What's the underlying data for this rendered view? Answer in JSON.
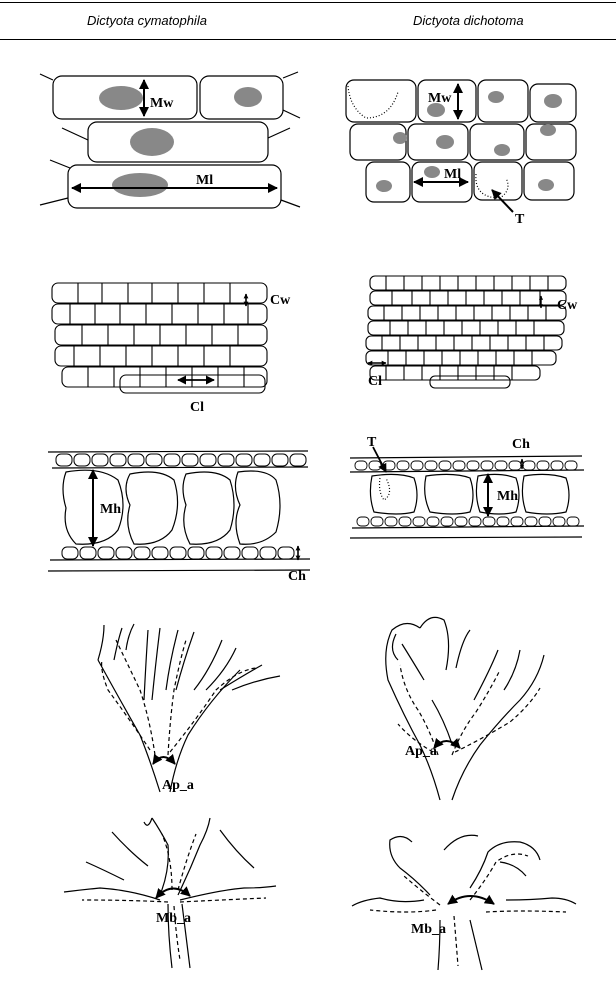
{
  "columns": {
    "left": "Dictyota cymatophila",
    "right": "Dictyota dichotoma"
  },
  "labels": {
    "left": {
      "mw": "Mw",
      "ml": "Ml",
      "cw": "Cw",
      "cl": "Cl",
      "mh": "Mh",
      "ch": "Ch",
      "ap": "Ap_a",
      "mb": "Mb_a"
    },
    "right": {
      "mw": "Mw",
      "ml": "Ml",
      "t1": "T",
      "cw": "Cw",
      "cl": "Cl",
      "t2": "T",
      "ch": "Ch",
      "mh": "Mh",
      "ap": "Ap_a",
      "mb": "Mb_a"
    }
  }
}
